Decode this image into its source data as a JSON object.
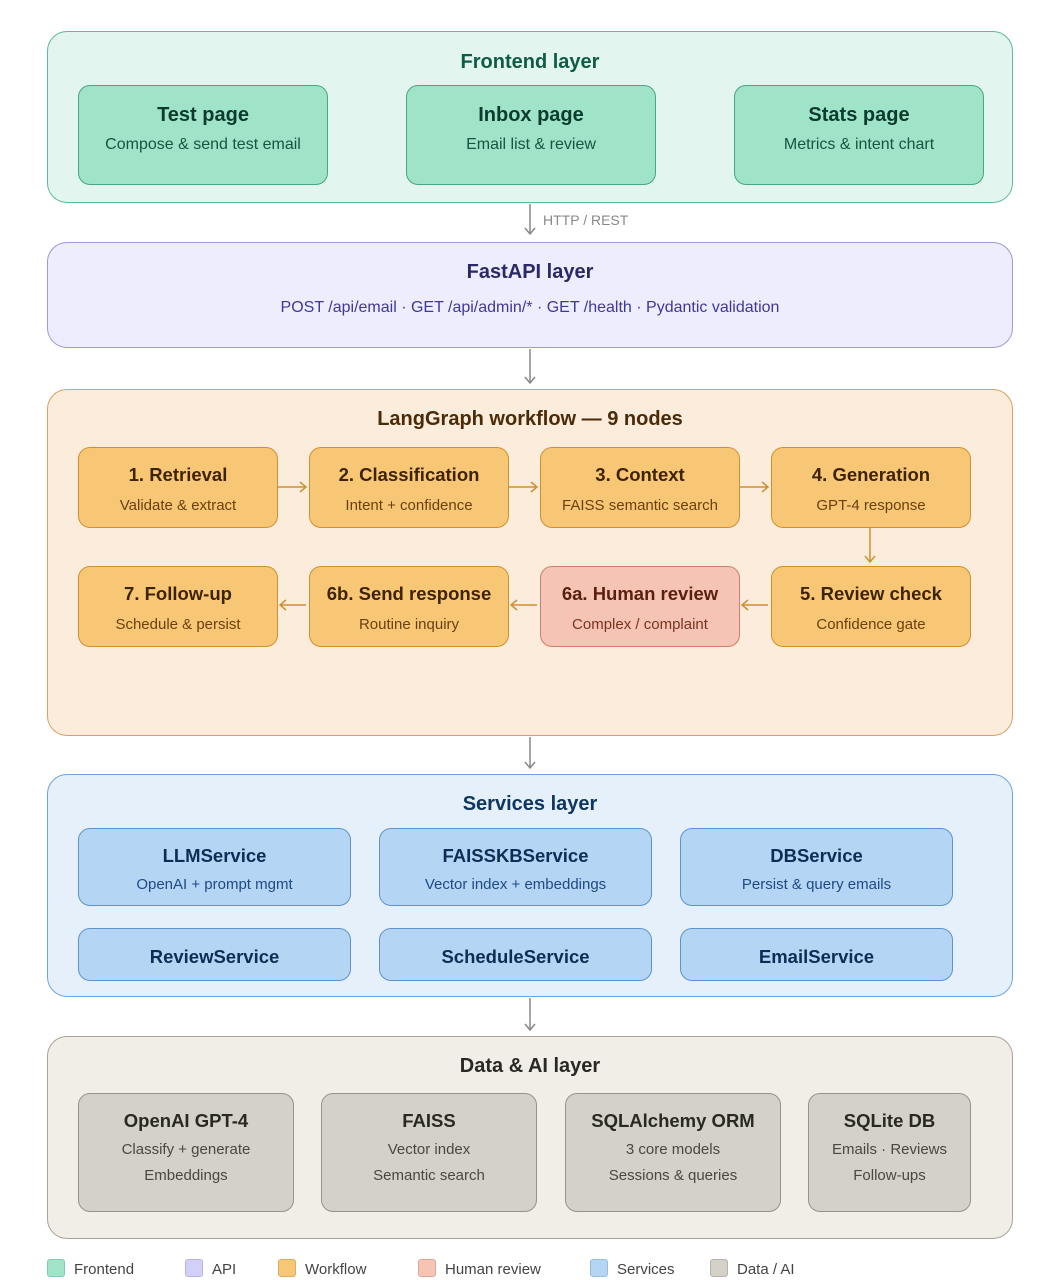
{
  "frontend": {
    "title": "Frontend layer",
    "boxes": [
      {
        "title": "Test page",
        "subtitle": "Compose & send test email"
      },
      {
        "title": "Inbox page",
        "subtitle": "Email list & review"
      },
      {
        "title": "Stats page",
        "subtitle": "Metrics & intent chart"
      }
    ]
  },
  "connector_label": "HTTP / REST",
  "api": {
    "title": "FastAPI layer",
    "description": "POST /api/email · GET /api/admin/* · GET /health · Pydantic validation"
  },
  "workflow": {
    "title": "LangGraph workflow — 9 nodes",
    "nodes": [
      {
        "title": "1. Retrieval",
        "subtitle": "Validate & extract"
      },
      {
        "title": "2. Classification",
        "subtitle": "Intent + confidence"
      },
      {
        "title": "3. Context",
        "subtitle": "FAISS semantic search"
      },
      {
        "title": "4. Generation",
        "subtitle": "GPT-4 response"
      },
      {
        "title": "5. Review check",
        "subtitle": "Confidence gate"
      },
      {
        "title": "6a. Human review",
        "subtitle": "Complex / complaint"
      },
      {
        "title": "6b. Send response",
        "subtitle": "Routine inquiry"
      },
      {
        "title": "7. Follow-up",
        "subtitle": "Schedule & persist"
      }
    ]
  },
  "services": {
    "title": "Services layer",
    "boxes": [
      {
        "title": "LLMService",
        "subtitle": "OpenAI + prompt mgmt"
      },
      {
        "title": "FAISSKBService",
        "subtitle": "Vector index + embeddings"
      },
      {
        "title": "DBService",
        "subtitle": "Persist & query emails"
      },
      {
        "title": "ReviewService"
      },
      {
        "title": "ScheduleService"
      },
      {
        "title": "EmailService"
      }
    ]
  },
  "data_layer": {
    "title": "Data & AI layer",
    "boxes": [
      {
        "title": "OpenAI GPT-4",
        "line1": "Classify + generate",
        "line2": "Embeddings"
      },
      {
        "title": "FAISS",
        "line1": "Vector index",
        "line2": "Semantic search"
      },
      {
        "title": "SQLAlchemy ORM",
        "line1": "3 core models",
        "line2": "Sessions & queries"
      },
      {
        "title": "SQLite DB",
        "line1": "Emails · Reviews",
        "line2": "Follow-ups"
      }
    ]
  },
  "legend": [
    {
      "label": "Frontend",
      "color": "#9fe3c9"
    },
    {
      "label": "API",
      "color": "#d3d0f7"
    },
    {
      "label": "Workflow",
      "color": "#f8c776"
    },
    {
      "label": "Human review",
      "color": "#f5c4b4"
    },
    {
      "label": "Services",
      "color": "#b5d5f4"
    },
    {
      "label": "Data / AI",
      "color": "#d4d1c8"
    }
  ],
  "colors": {
    "arrow": "#888888",
    "workflow_arrow": "#cf9033"
  }
}
